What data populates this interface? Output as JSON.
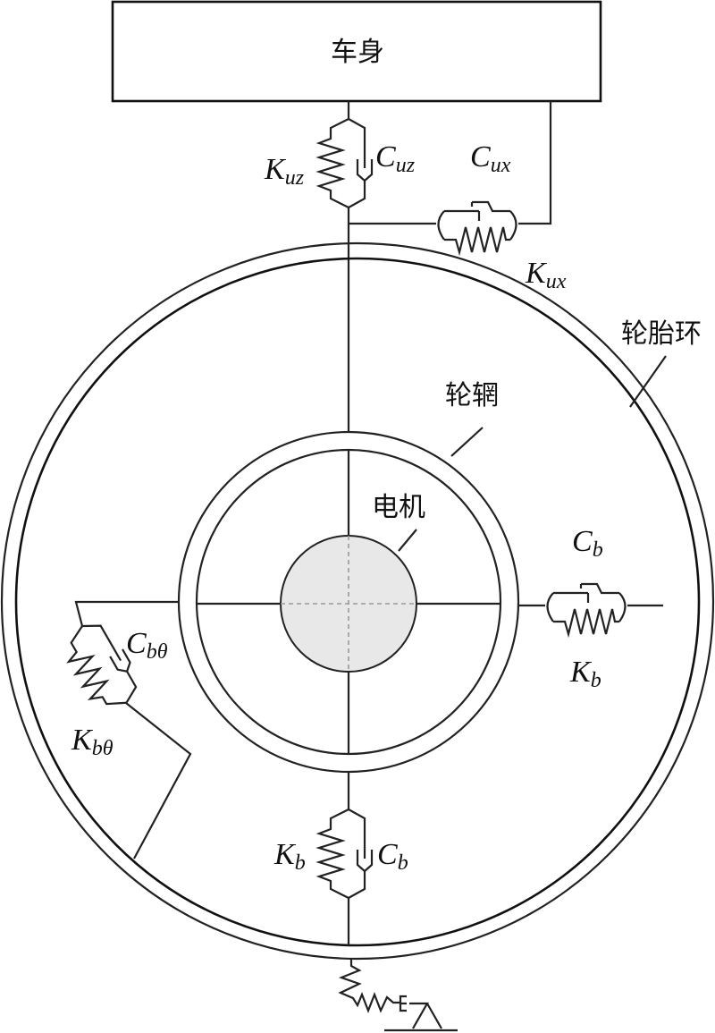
{
  "labels": {
    "body": "车身",
    "tire_ring": "轮胎环",
    "rim": "轮辋",
    "motor": "电机"
  },
  "params": {
    "kuz": {
      "main": "K",
      "sub": "uz"
    },
    "cuz": {
      "main": "C",
      "sub": "uz"
    },
    "cux": {
      "main": "C",
      "sub": "ux"
    },
    "kux": {
      "main": "K",
      "sub": "ux"
    },
    "cb_right": {
      "main": "C",
      "sub": "b"
    },
    "kb_right": {
      "main": "K",
      "sub": "b"
    },
    "cbt": {
      "main": "C",
      "sub": "bθ"
    },
    "kbt": {
      "main": "K",
      "sub": "bθ"
    },
    "kb_bottom": {
      "main": "K",
      "sub": "b"
    },
    "cb_bottom": {
      "main": "C",
      "sub": "b"
    }
  },
  "colors": {
    "line": "#222222",
    "motor_fill": "#e8e8e8"
  }
}
